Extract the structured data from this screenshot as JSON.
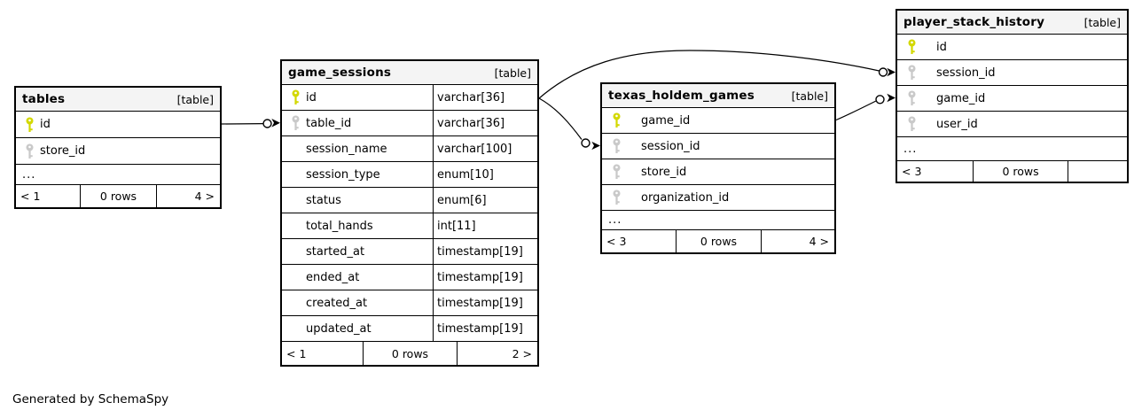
{
  "page": {
    "generated_by": "Generated by SchemaSpy"
  },
  "colors": {
    "primary_key": "#d3d800",
    "foreign_key": "#c9c9c9",
    "header_bg": "#f4f4f4",
    "border": "#000000",
    "background": "#ffffff"
  },
  "tables": [
    {
      "name": "tables",
      "badge": "[table]",
      "columns": [
        {
          "name": "id",
          "key": "primary"
        },
        {
          "name": "store_id",
          "key": "foreign"
        }
      ],
      "ellipsis": "...",
      "footer": {
        "prev": "< 1",
        "rows": "0 rows",
        "next": "4 >"
      }
    },
    {
      "name": "game_sessions",
      "badge": "[table]",
      "columns": [
        {
          "name": "id",
          "type": "varchar[36]",
          "key": "primary"
        },
        {
          "name": "table_id",
          "type": "varchar[36]",
          "key": "foreign"
        },
        {
          "name": "session_name",
          "type": "varchar[100]",
          "key": ""
        },
        {
          "name": "session_type",
          "type": "enum[10]",
          "key": ""
        },
        {
          "name": "status",
          "type": "enum[6]",
          "key": ""
        },
        {
          "name": "total_hands",
          "type": "int[11]",
          "key": ""
        },
        {
          "name": "started_at",
          "type": "timestamp[19]",
          "key": ""
        },
        {
          "name": "ended_at",
          "type": "timestamp[19]",
          "key": ""
        },
        {
          "name": "created_at",
          "type": "timestamp[19]",
          "key": ""
        },
        {
          "name": "updated_at",
          "type": "timestamp[19]",
          "key": ""
        }
      ],
      "ellipsis": "",
      "footer": {
        "prev": "< 1",
        "rows": "0 rows",
        "next": "2 >"
      }
    },
    {
      "name": "texas_holdem_games",
      "badge": "[table]",
      "columns": [
        {
          "name": "game_id",
          "key": "primary"
        },
        {
          "name": "session_id",
          "key": "foreign"
        },
        {
          "name": "store_id",
          "key": "foreign"
        },
        {
          "name": "organization_id",
          "key": "foreign"
        }
      ],
      "ellipsis": "...",
      "footer": {
        "prev": "< 3",
        "rows": "0 rows",
        "next": "4 >"
      }
    },
    {
      "name": "player_stack_history",
      "badge": "[table]",
      "columns": [
        {
          "name": "id",
          "key": "primary"
        },
        {
          "name": "session_id",
          "key": "foreign"
        },
        {
          "name": "game_id",
          "key": "foreign"
        },
        {
          "name": "user_id",
          "key": "foreign"
        }
      ],
      "ellipsis": "...",
      "footer": {
        "prev": "< 3",
        "rows": "0 rows",
        "next": ""
      }
    }
  ],
  "relationships": [
    {
      "from": "tables.id",
      "to": "game_sessions.table_id"
    },
    {
      "from": "game_sessions.id",
      "to": "texas_holdem_games.session_id"
    },
    {
      "from": "game_sessions.id",
      "to": "player_stack_history.session_id"
    },
    {
      "from": "texas_holdem_games.game_id",
      "to": "player_stack_history.game_id"
    }
  ]
}
